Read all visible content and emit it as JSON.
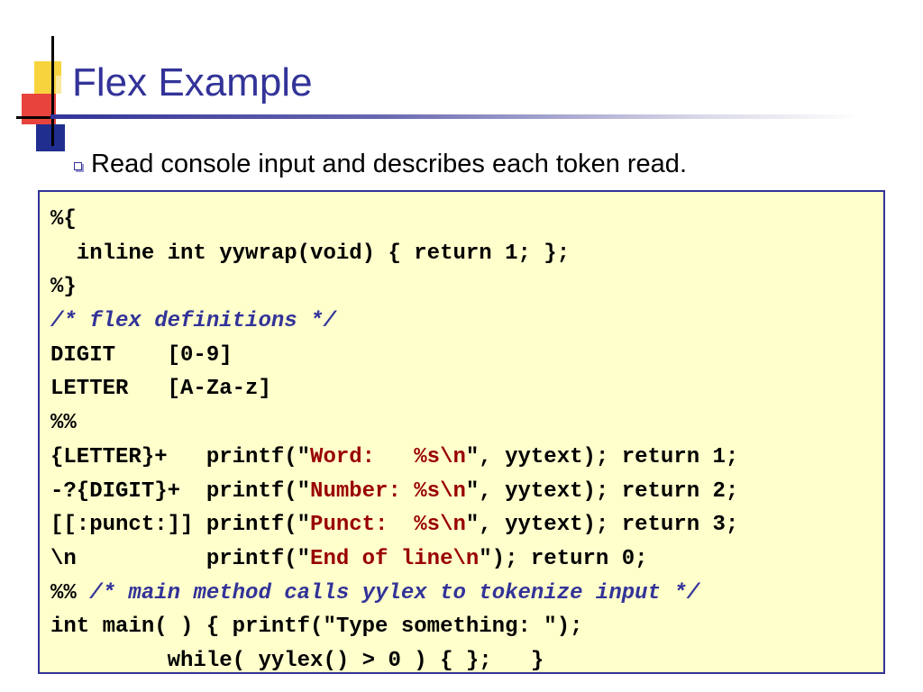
{
  "slide": {
    "title": "Flex Example",
    "bullet": "Read console input and describes each token read."
  },
  "code": {
    "l1": "%{",
    "l2": "  inline int yywrap(void) { return 1; };",
    "l3": "%}",
    "l4": "/* flex definitions */",
    "l5": "DIGIT    [0-9]",
    "l6": "LETTER   [A-Za-z]",
    "l7": "%%",
    "l8a": "{LETTER}+   printf(\"",
    "l8b": "Word:   %s\\n",
    "l8c": "\", yytext); return 1;",
    "l9a": "-?{DIGIT}+  printf(\"",
    "l9b": "Number: %s\\n",
    "l9c": "\", yytext); return 2;",
    "l10a": "[[:punct:]] printf(\"",
    "l10b": "Punct:  %s\\n",
    "l10c": "\", yytext); return 3;",
    "l11a": "\\n          printf(\"",
    "l11b": "End of line\\n",
    "l11c": "\"); return 0;",
    "l12a": "%% ",
    "l12b": "/* main method calls yylex to tokenize input */",
    "l13": "int main( ) { printf(\"Type something: \");",
    "l14": "         while( yylex() > 0 ) { };   }"
  },
  "colors": {
    "title": "#333399",
    "comment": "#333399",
    "string": "#990000",
    "code_background": "#ffffcc",
    "code_border": "#333399"
  },
  "icons": {
    "bullet": "hollow-square-bullet-icon"
  }
}
